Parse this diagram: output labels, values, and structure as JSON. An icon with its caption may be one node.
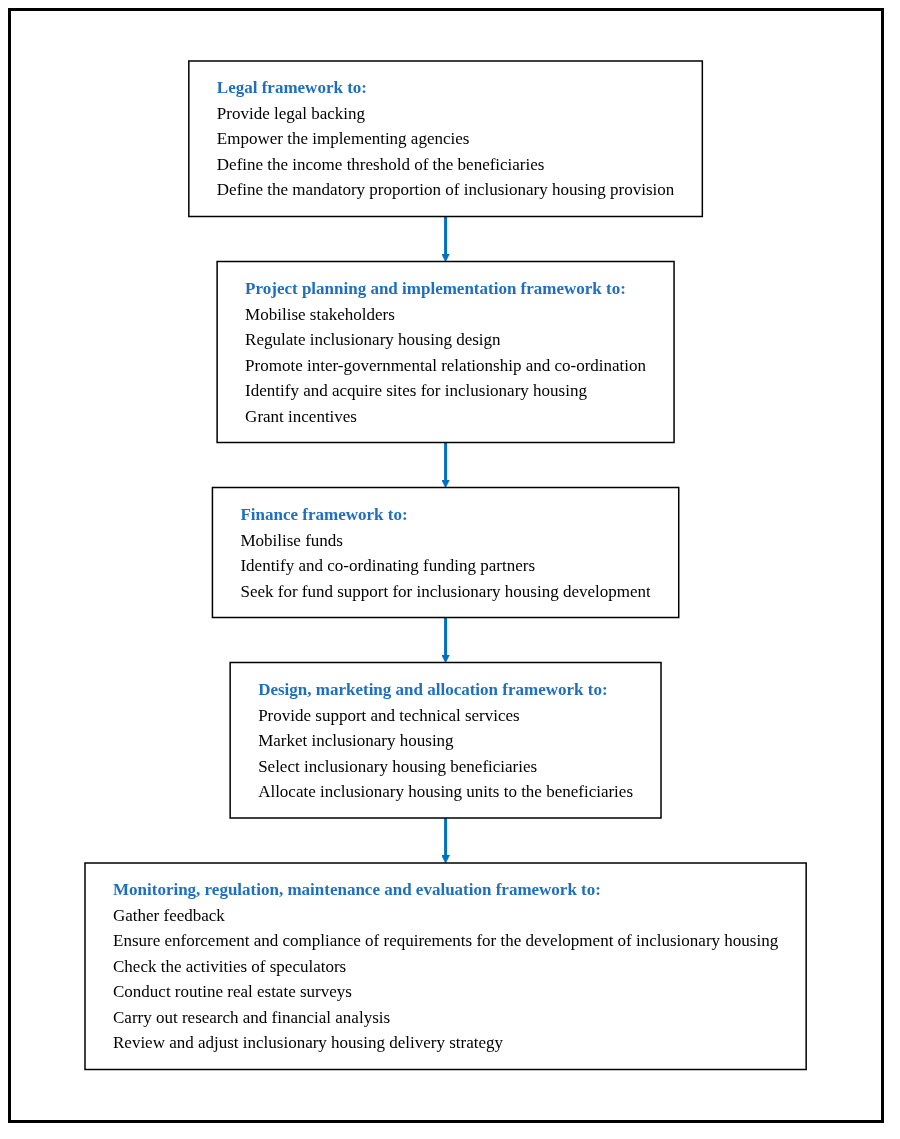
{
  "diagram": {
    "nodes": [
      {
        "text": [
          "Legal framework to:",
          "Provide legal backing",
          "Empower the implementing agencies",
          "Define the income threshold of the beneficiaries",
          "Define the mandatory proportion of inclusionary housing provision"
        ]
      },
      {
        "text": [
          "Project planning and implementation framework to:",
          "Mobilise stakeholders",
          "Regulate inclusionary housing design",
          "Promote inter-governmental relationship and co-ordination",
          "Identify and acquire sites for inclusionary housing",
          "Grant incentives"
        ]
      },
      {
        "text": [
          "Finance framework to:",
          "Mobilise funds",
          "Identify and co-ordinating funding partners",
          "Seek for fund support for inclusionary housing development"
        ]
      },
      {
        "text": [
          "Design, marketing and allocation framework to:",
          "Provide support and technical services",
          "Market inclusionary housing",
          "Select  inclusionary housing beneficiaries",
          "Allocate inclusionary housing units to the beneficiaries"
        ]
      },
      {
        "text": [
          "Monitoring, regulation, maintenance and evaluation framework to:",
          "Gather feedback",
          "Ensure enforcement and compliance of requirements for the development of inclusionary housing",
          "Check the activities of speculators",
          "Conduct routine real estate surveys",
          "Carry out research and financial analysis",
          "Review and adjust inclusionary housing delivery strategy"
        ]
      }
    ],
    "edges": [
      {
        "from": 0,
        "to": 1,
        "arrow": "to"
      },
      {
        "from": 1,
        "to": 2,
        "arrow": "to"
      },
      {
        "from": 2,
        "to": 3,
        "arrow": "to"
      },
      {
        "from": 3,
        "to": 4,
        "arrow": "to"
      }
    ]
  }
}
